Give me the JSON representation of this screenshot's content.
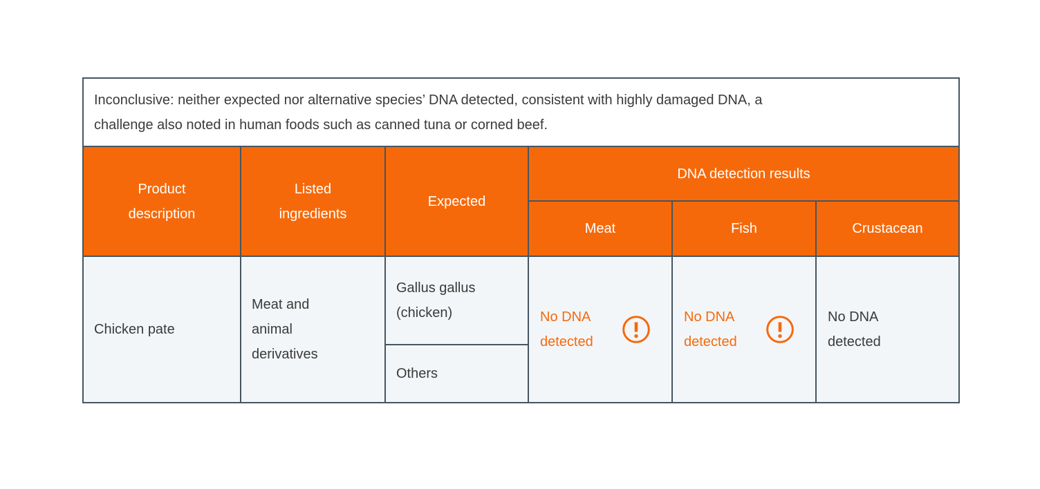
{
  "note": {
    "text": "Inconclusive: neither expected nor alternative species’ DNA detected, consistent with highly damaged DNA, a\nchallenge also noted in human foods such as canned tuna or corned beef."
  },
  "table": {
    "headers": {
      "product": "Product\ndescription",
      "ingredients": "Listed\ningredients",
      "expected": "Expected",
      "dna_group": "DNA detection results",
      "meat": "Meat",
      "fish": "Fish",
      "crustacean": "Crustacean"
    },
    "row": {
      "product": "Chicken pate",
      "ingredients": "Meat and\nanimal\nderivatives",
      "expected_primary": "Gallus gallus\n(chicken)",
      "expected_secondary": "Others",
      "meat_result": "No DNA\ndetected",
      "fish_result": "No DNA\ndetected",
      "crustacean_result": "No DNA\ndetected"
    },
    "icons": {
      "meat_warning": "exclamation-circle",
      "fish_warning": "exclamation-circle"
    }
  },
  "colors": {
    "orange": "#F6690A",
    "border": "#46555F",
    "row_background": "#F3F6F9",
    "text": "#3A3A39",
    "header_text": "#FFFFFF"
  }
}
